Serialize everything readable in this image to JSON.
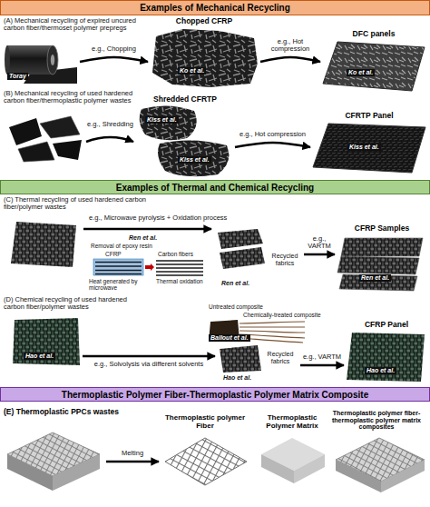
{
  "diagram": {
    "nodes": [
      {
        "text": [
          "Examples of Mechanical Recycling"
        ]
      },
      {
        "text": [
          "Toray"
        ]
      },
      {
        "text": [
          "Chopped CFRP",
          "Ko et al."
        ]
      },
      {
        "text": [
          "DFC panels",
          "Ko et al."
        ]
      },
      {
        "text": [
          "Shredded CFRTP",
          "Kiss et al.",
          "Kiss et al."
        ]
      },
      {
        "text": [
          "CFRTP Panel",
          "Kiss et al."
        ]
      },
      {
        "text": [
          "Examples of Thermal and Chemical Recycling"
        ]
      },
      {
        "text": [
          "Ren et al.",
          "Removal of epoxy resin",
          "CFRP",
          "Carbon fibers",
          "Heat generated by microwave",
          "Thermal oxidation"
        ]
      },
      {
        "text": [
          "Recycled fabrics",
          "Ren et al."
        ]
      },
      {
        "text": [
          "CFRP Samples",
          "Ren et al."
        ]
      },
      {
        "text": [
          "Hao et al."
        ]
      },
      {
        "text": [
          "Untreated composite",
          "Chemically-treated composite",
          "Ballout et al."
        ]
      },
      {
        "text": [
          "Recycled fabrics",
          "Hao et al."
        ]
      },
      {
        "text": [
          "CFRP Panel",
          "Hao et al."
        ]
      },
      {
        "text": [
          "Thermoplastic Polymer Fiber-Thermoplastic Polymer Matrix Composite"
        ]
      },
      {
        "text": [
          "(E) Thermoplastic PPCs wastes"
        ]
      },
      {
        "text": [
          "Thermoplastic polymer Fiber"
        ]
      },
      {
        "text": [
          "Thermoplastic Polymer Matrix"
        ]
      },
      {
        "text": [
          "Thermoplastic polymer fiber-thermoplastic polymer matrix composites"
        ]
      }
    ],
    "edges": [
      {
        "from": 1,
        "to": 2,
        "label": "e.g., Chopping",
        "arrow": "to"
      },
      {
        "from": 2,
        "to": 3,
        "label": "e.g., Hot compression",
        "arrow": "to"
      },
      {
        "from": 4,
        "to": 5,
        "label": "e.g., Hot compression",
        "arrow": "to"
      },
      {
        "from": 8,
        "to": 9,
        "label": "e.g., VARTM",
        "arrow": "to"
      },
      {
        "from": 10,
        "to": 12,
        "label": "e.g., Solvolysis via different solvents",
        "arrow": "to"
      },
      {
        "from": 12,
        "to": 13,
        "label": "e.g., VARTM",
        "arrow": "to"
      },
      {
        "from": 15,
        "to": 16,
        "label": "Melting",
        "arrow": "to"
      }
    ],
    "labels": [
      "(A) Mechanical recycling of expired uncured carbon fiber/thermoset polymer prepregs",
      "(B) Mechanical recycling of used hardened carbon fiber/thermoplastic polymer wastes",
      "e.g., Shredding",
      "(C) Thermal recycling of used hardened carbon fiber/polymer wastes",
      "e.g., Microwave pyrolysis + Oxidation process",
      "(D) Chemical recycling of used hardened carbon fiber/polymer wastes"
    ]
  }
}
